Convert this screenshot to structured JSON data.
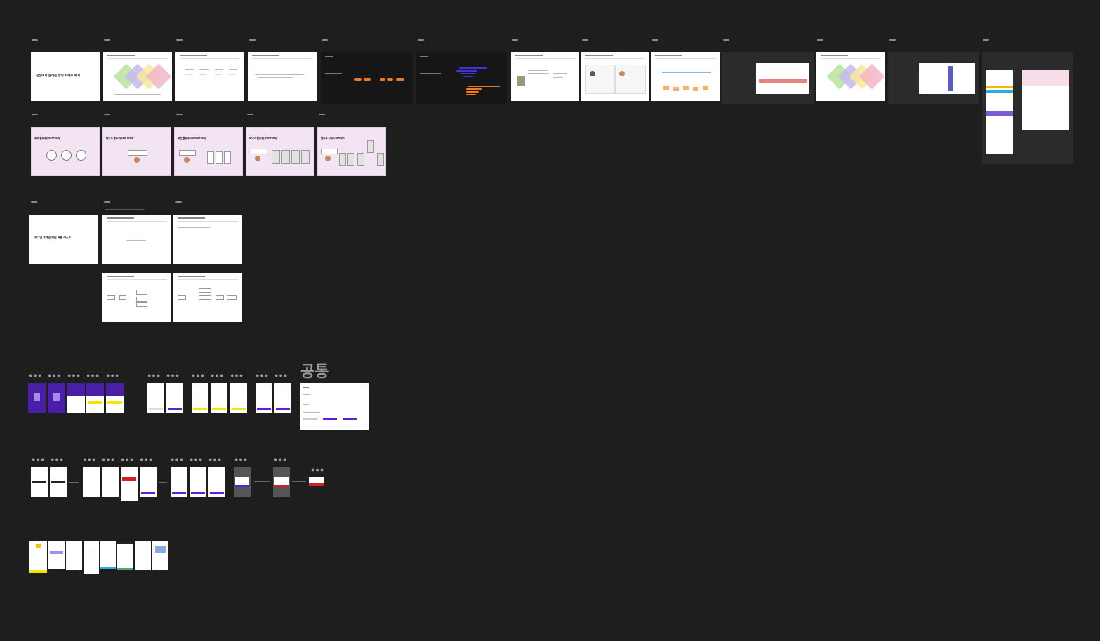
{
  "canvas": {
    "common_section_label": "공통"
  },
  "slides": {
    "intro_title": "실전에서 알려는 방식 좌파주 보기",
    "login_title": "로그인 프레임 회원 버튼 리스트",
    "pink_titles": [
      "유저 플로우(User Flow)",
      "태스크 플로우(Task Flow)",
      "화면 플로우(Screen Flow)",
      "와이어 플로우(Wire Flow)",
      "플로우 차트 Chart 보기"
    ]
  },
  "icons": {
    "menu_dots": "more-dots-icon"
  },
  "colors": {
    "canvas": "#1e1e1e",
    "accent_purple": "#5b21d6",
    "accent_orange": "#f07a1a",
    "accent_yellow": "#f5e600",
    "accent_red": "#d0202a",
    "pink_slide": "#f3e4f4"
  }
}
